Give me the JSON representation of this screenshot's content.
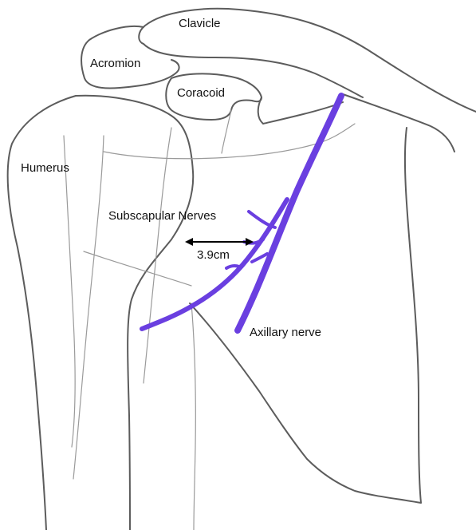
{
  "labels": {
    "clavicle": "Clavicle",
    "acromion": "Acromion",
    "coracoid": "Coracoid",
    "humerus": "Humerus",
    "subscapular_nerves": "Subscapular Nerves",
    "distance": "3.9cm",
    "axillary_nerve": "Axillary nerve"
  },
  "colors": {
    "nerve": "#6a3fe0",
    "bone_outline": "#5c5c5c",
    "faint_line": "#9a9a9a",
    "arrow": "#000000",
    "background": "#ffffff"
  }
}
